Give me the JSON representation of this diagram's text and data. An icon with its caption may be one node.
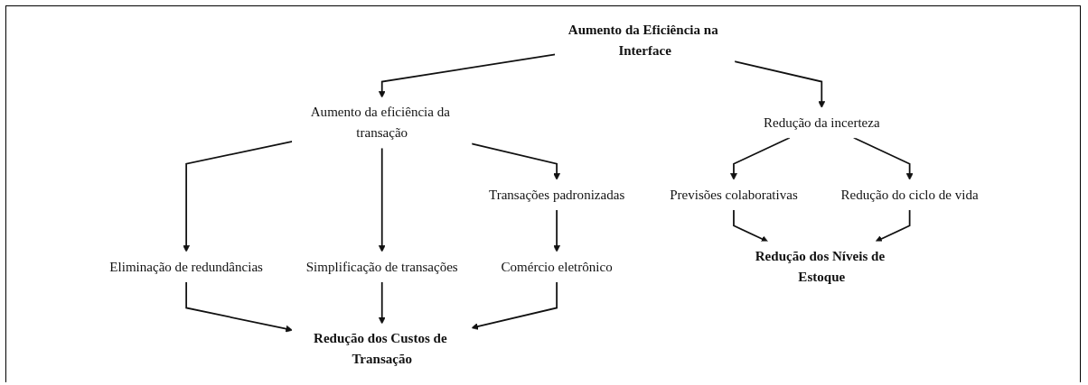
{
  "diagram": {
    "nodes": [
      {
        "text": [
          "Aumento da Eficiência na Interface"
        ]
      },
      {
        "text": [
          "Redução da incerteza"
        ]
      },
      {
        "text": [
          "Aumento da eficiência da transação"
        ]
      },
      {
        "text": [
          "Previsões colaborativas"
        ]
      },
      {
        "text": [
          "Redução do ciclo de vida"
        ]
      },
      {
        "text": [
          "Eliminação de redundâncias"
        ]
      },
      {
        "text": [
          "Simplificação de transações"
        ]
      },
      {
        "text": [
          "Transações padronizadas"
        ]
      },
      {
        "text": [
          "Comércio eletrônico"
        ]
      },
      {
        "text": [
          "Redução dos Níveis de Estoque"
        ]
      },
      {
        "text": [
          "Redução dos Custos de Transação"
        ]
      }
    ],
    "edges": [
      {
        "from": 0,
        "to": 1,
        "arrow": "to"
      },
      {
        "from": 0,
        "to": 2,
        "arrow": "to"
      },
      {
        "from": 1,
        "to": 3,
        "arrow": "to"
      },
      {
        "from": 1,
        "to": 4,
        "arrow": "to"
      },
      {
        "from": 2,
        "to": 5,
        "arrow": "to"
      },
      {
        "from": 2,
        "to": 6,
        "arrow": "to"
      },
      {
        "from": 2,
        "to": 7,
        "arrow": "to"
      },
      {
        "from": 3,
        "to": 9,
        "arrow": "to"
      },
      {
        "from": 4,
        "to": 9,
        "arrow": "to"
      },
      {
        "from": 5,
        "to": 10,
        "arrow": "to"
      },
      {
        "from": 6,
        "to": 10,
        "arrow": "to"
      },
      {
        "from": 7,
        "to": 8,
        "arrow": "to"
      },
      {
        "from": 8,
        "to": 10,
        "arrow": "to"
      }
    ]
  }
}
